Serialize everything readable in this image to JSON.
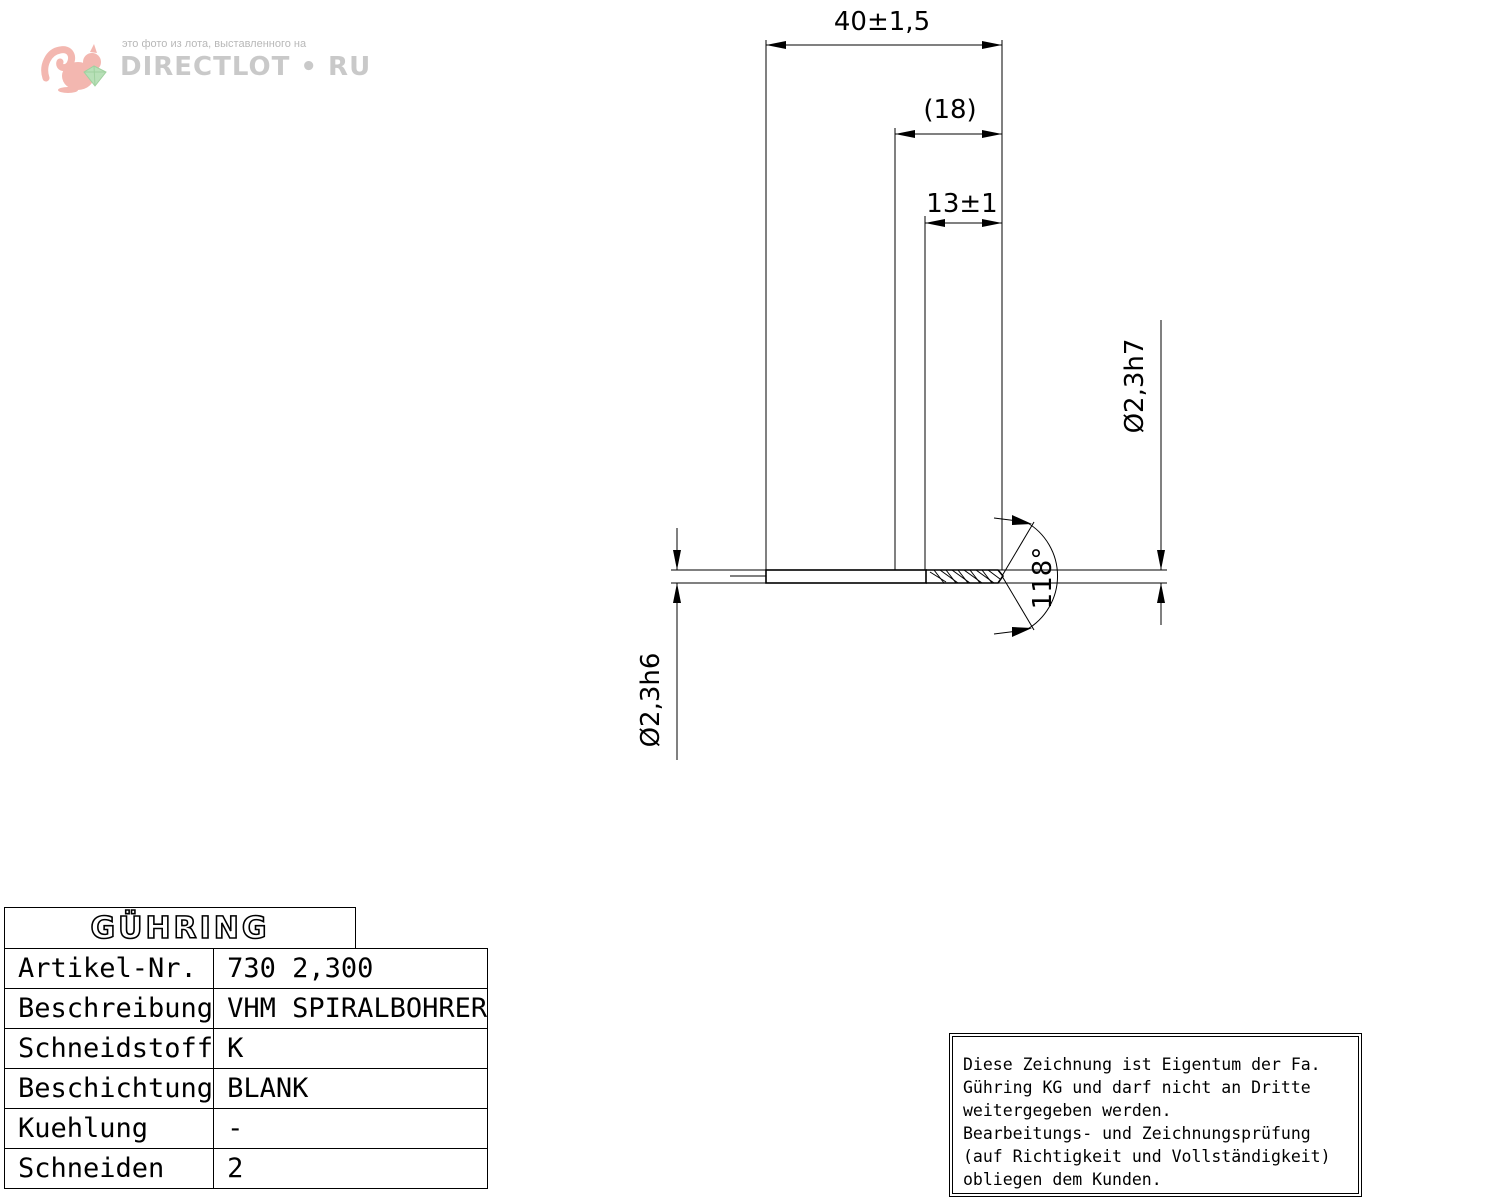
{
  "watermark": {
    "caption": "это фото из лота, выставленного на",
    "brand": "DIRECTLOT • RU"
  },
  "dimensions": {
    "overall_length": "40±1,5",
    "shank_length": "(18)",
    "flute_length": "13±1",
    "tip_diameter": "Ø2,3h7",
    "shank_diameter": "Ø2,3h6",
    "point_angle": "118°"
  },
  "title_block": {
    "logo": "GÜHRING",
    "rows": [
      {
        "label": "Artikel-Nr.",
        "value": "730 2,300"
      },
      {
        "label": "Beschreibung",
        "value": "VHM SPIRALBOHRER"
      },
      {
        "label": "Schneidstoff",
        "value": "K"
      },
      {
        "label": "Beschichtung",
        "value": "BLANK"
      },
      {
        "label": "Kuehlung",
        "value": "-"
      },
      {
        "label": "Schneiden",
        "value": "2"
      }
    ]
  },
  "notice": {
    "lines": [
      "Diese Zeichnung ist Eigentum der Fa.",
      "Gühring KG und darf nicht an Dritte",
      "weitergegeben werden.",
      "Bearbeitungs- und Zeichnungsprüfung",
      "(auf Richtigkeit und Vollständigkeit)",
      "obliegen dem Kunden."
    ]
  }
}
